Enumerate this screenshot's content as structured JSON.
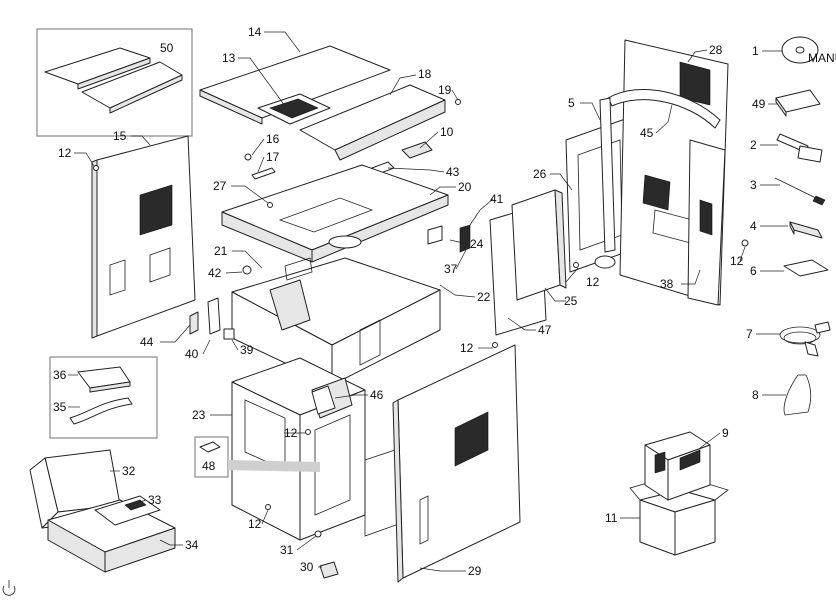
{
  "diagram": {
    "labels": [
      "50",
      "14",
      "13",
      "18",
      "19",
      "15",
      "12",
      "16",
      "17",
      "10",
      "43",
      "27",
      "20",
      "41",
      "21",
      "42",
      "24",
      "37",
      "22",
      "44",
      "40",
      "39",
      "36",
      "35",
      "23",
      "46",
      "12",
      "48",
      "12",
      "32",
      "33",
      "34",
      "12",
      "31",
      "30",
      "29",
      "47",
      "12",
      "25",
      "26",
      "5",
      "45",
      "28",
      "38",
      "12",
      "1",
      "49",
      "2",
      "3",
      "4",
      "6",
      "7",
      "8",
      "9",
      "11"
    ],
    "manual_text": "MANUAL"
  }
}
